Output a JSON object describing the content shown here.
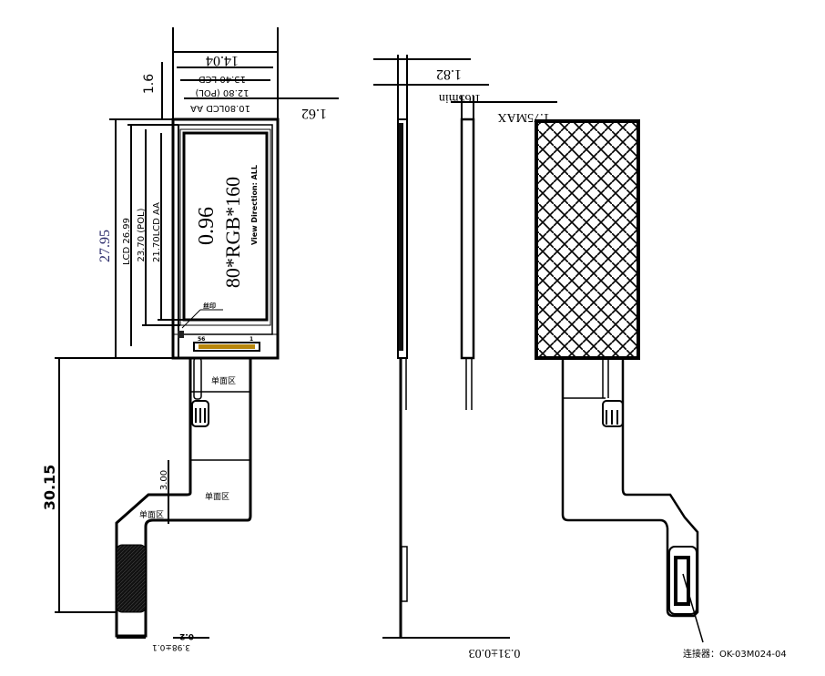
{
  "front_view": {
    "diagonal": "0.96",
    "resolution": "80*RGB*160",
    "view_direction": "View Direction: ALL",
    "pin_first": "56",
    "pin_last": "1",
    "marker": "丝印",
    "single_side_zone": "单面区",
    "dimensions": {
      "outer_width": "14.04",
      "lcd_width": "13.40 LCD",
      "pol_width": "12.80 (POL)",
      "aa_width": "10.80LCD AA",
      "left_margin": "1.6",
      "right_margin": "1.62",
      "outer_height": "27.95",
      "lcd_height": "LCD 26.99",
      "pol_height": "23.70 (POL)",
      "aa_height": "21.70LCD AA",
      "fpc_length": "30.15",
      "fpc_offset": "3.00",
      "fpc_tail_width": "3.98±0.1",
      "fpc_tail_note": "0.2"
    }
  },
  "side_view": {
    "dim_total": "1.82",
    "dim_panel": "1.65min",
    "dim_max": "1.75MAX",
    "fpc_thickness": "0.31±0.03"
  },
  "back_view": {
    "connector_label": "连接器：OK-03M024-04"
  },
  "colors": {
    "line": "#000000",
    "connector_gold": "#B8860B",
    "dim_text": "#2a2a6a"
  }
}
